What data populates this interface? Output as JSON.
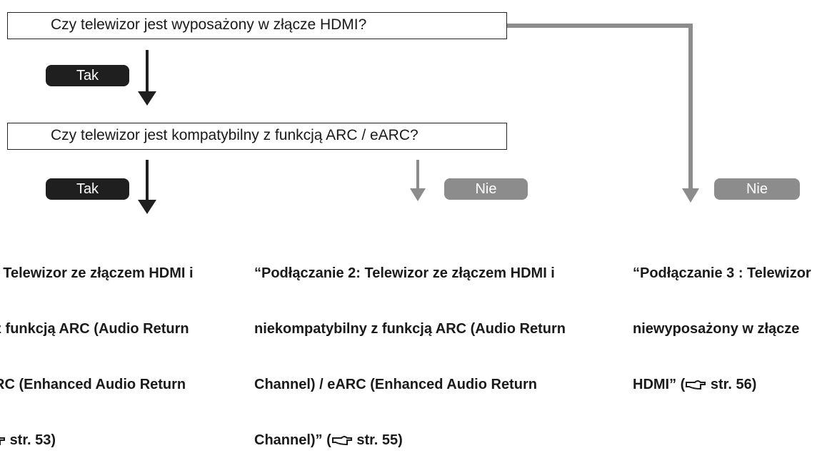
{
  "questions": {
    "hdmi": "Czy telewizor jest wyposażony w złącze HDMI?",
    "arc": "Czy telewizor jest kompatybilny z funkcją ARC / eARC?"
  },
  "answers": {
    "yes": "Tak",
    "no": "Nie"
  },
  "results": {
    "connection1": {
      "lines": [
        ": Telewizor ze złączem HDMI i",
        "z funkcją ARC (Audio Return",
        "RC (Enhanced Audio Return"
      ],
      "ref_prefix": "",
      "ref_text": "str. 53)"
    },
    "connection2": {
      "lines": [
        "“Podłączanie 2: Telewizor ze złączem HDMI i",
        "niekompatybilny z funkcją ARC (Audio Return",
        "Channel) / eARC (Enhanced Audio Return"
      ],
      "ref_prefix": "Channel)” (",
      "ref_text": "str. 55)"
    },
    "connection3": {
      "lines": [
        "“Podłączanie 3 : Telewizor",
        "niewyposażony w złącze"
      ],
      "ref_prefix": "HDMI” (",
      "ref_text": "str. 56)"
    }
  },
  "colors": {
    "yes_pill": "#1f1f1f",
    "no_pill": "#8c8c8c",
    "yes_arrow": "#1f1f1f",
    "no_arrow": "#8c8c8c"
  },
  "icons": {
    "page_reference": "pointing-hand-icon"
  }
}
